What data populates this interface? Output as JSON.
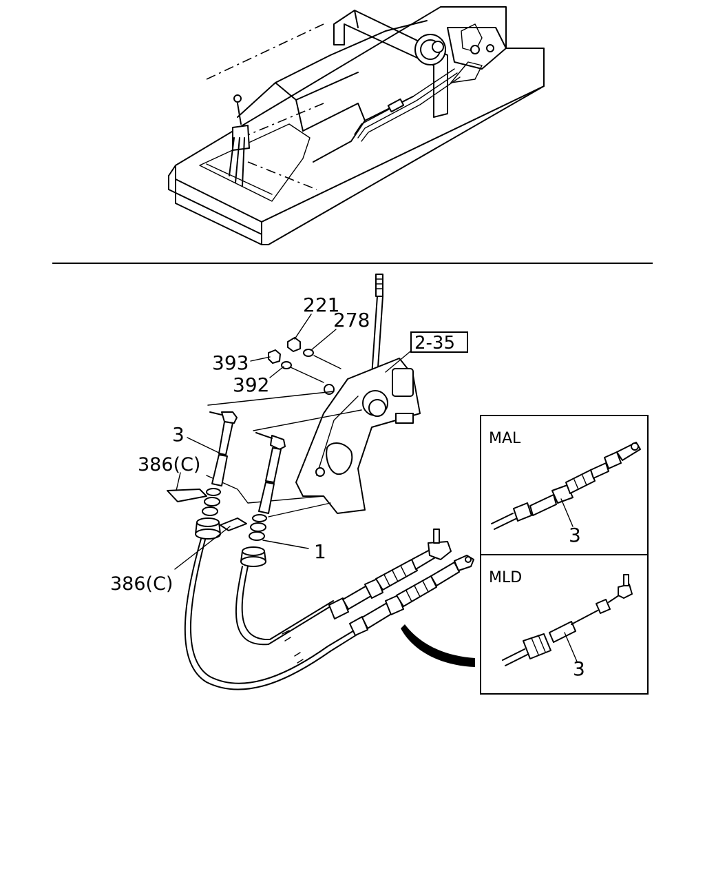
{
  "callouts": {
    "c221": "221",
    "c278": "278",
    "c393": "393",
    "c392": "392",
    "ref": "2-35",
    "c3": "3",
    "c386a": "386(C)",
    "c386b": "386(C)",
    "c1": "1"
  },
  "inset": {
    "mal": {
      "label": "MAL",
      "callout": "3"
    },
    "mld": {
      "label": "MLD",
      "callout": "3"
    }
  }
}
